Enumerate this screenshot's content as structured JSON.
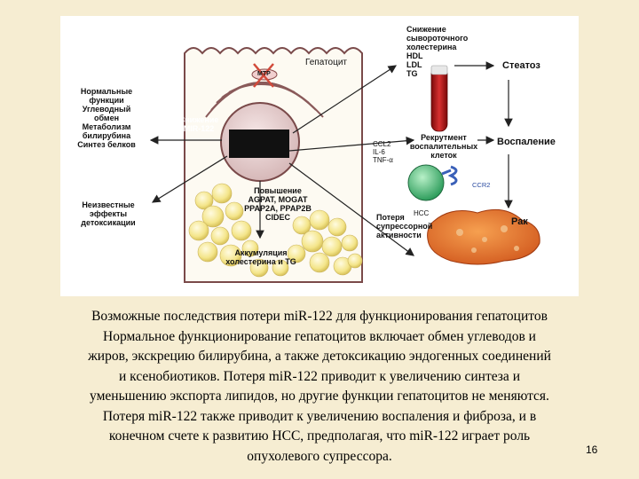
{
  "figure": {
    "hepatocyte_label": "Гепатоцит",
    "mtp_label": "MTP",
    "center_label": [
      "Снижение",
      "MIR-122"
    ],
    "normal_functions": [
      "Нормальные",
      "функции",
      "Углеводный",
      "обмен",
      "Метаболизм",
      "билирубина",
      "Синтез белков"
    ],
    "unknown_detox": [
      "Неизвестные",
      "эффекты",
      "детоксикации"
    ],
    "increase_label": [
      "Повышение",
      "AGPAT, MOGAT",
      "PPAP2A, PPAP2B",
      "CIDEC"
    ],
    "accumulation_label": [
      "Аккумуляция",
      "холестерина и TG"
    ],
    "serum_label": [
      "Снижение",
      "сывороточного",
      "холестерина",
      "HDL",
      "LDL",
      "TG"
    ],
    "cytokines_label": [
      "CCL2",
      "IL-6",
      "TNF-α"
    ],
    "recruit_label": [
      "Рекрутмент",
      "воспалительных",
      "клеток"
    ],
    "ccr2_label": "CCR2",
    "hcc_label": "HCC",
    "suppressor_label": [
      "Потеря",
      "супрессорной",
      "активности"
    ],
    "outcome_steatosis": "Стеатоз",
    "outcome_inflammation": "Воспаление",
    "outcome_cancer": "Рак"
  },
  "caption": [
    "Возможные последствия потери miR-122 для функционирования гепатоцитов",
    "Нормальное функционирование гепатоцитов включает обмен углеводов и",
    "жиров, экскрецию билирубина, а также детоксикацию эндогенных соединений",
    "и ксенобиотиков. Потеря miR-122 приводит к увеличению синтеза и",
    "уменьшению экспорта липидов, но другие функции гепатоцитов не меняются.",
    "Потеря miR-122 также приводит к увеличению воспаления и фиброза, и в",
    "конечном счете к развитию HCC, предполагая, что miR-122 играет роль",
    "опухолевого супрессора."
  ],
  "page_number": "16"
}
